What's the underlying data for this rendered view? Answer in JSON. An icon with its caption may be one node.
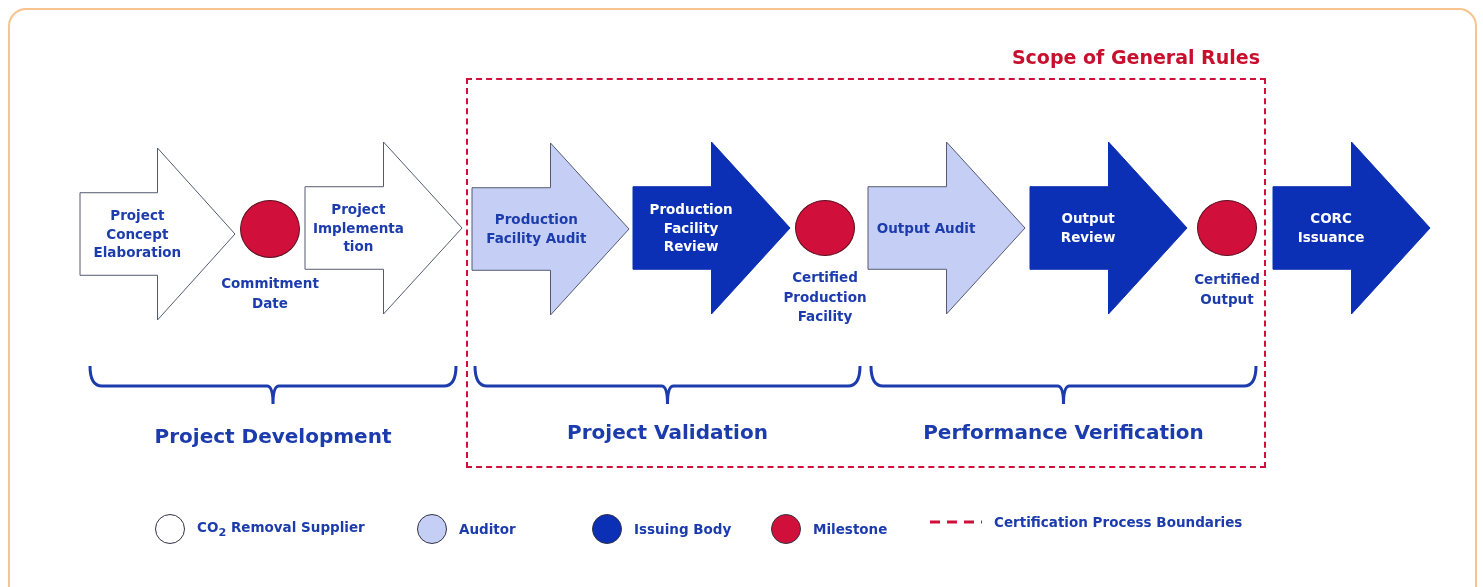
{
  "diagram": {
    "nodes": [
      {
        "text": [
          "Scope of General Rules"
        ]
      },
      {
        "text": [
          "Project Concept Elaboration"
        ]
      },
      {
        "text": [],
        "shape": "circle"
      },
      {
        "text": [
          "Project Implementa tion"
        ]
      },
      {
        "text": [
          "Production Facility Audit"
        ],
        "in": 0
      },
      {
        "text": [
          "Production Facility Review"
        ],
        "in": 0
      },
      {
        "text": [],
        "shape": "circle",
        "in": 0
      },
      {
        "text": [
          "Output Audit"
        ],
        "in": 0
      },
      {
        "text": [
          "Output Review"
        ],
        "in": 0
      },
      {
        "text": [],
        "shape": "circle",
        "in": 0
      },
      {
        "text": [
          "CORC Issuance"
        ]
      }
    ],
    "labels": [
      "Commitment Date",
      "Certified Production Facility",
      "Certified Output",
      "Project Development",
      "Project Validation",
      "Performance Verification"
    ],
    "legend": [
      {
        "text": "CO$_{2}$ Removal Supplier",
        "color": "#ffffff"
      },
      {
        "text": "Auditor",
        "color": "#c5cff5"
      },
      {
        "text": "Issuing Body",
        "color": "#0b2fb5"
      },
      {
        "text": "Milestone",
        "color": "#d0103a"
      },
      {
        "text": "Certification Process Boundaries"
      }
    ]
  }
}
